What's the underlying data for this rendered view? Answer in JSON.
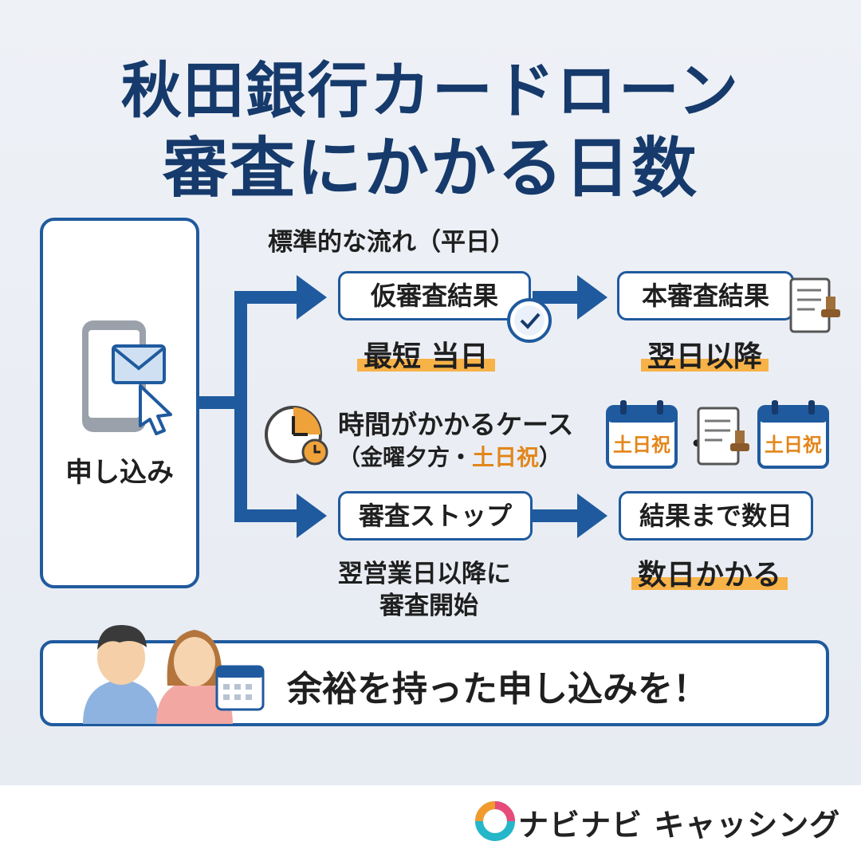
{
  "title": {
    "line1": "秋田銀行カードローン",
    "line2": "審査にかかる日数"
  },
  "flow_heading": "標準的な流れ（平日）",
  "apply": {
    "label": "申し込み"
  },
  "branch_top": {
    "step1": "仮審査結果",
    "step1_time": "最短 当日",
    "step2": "本審査結果",
    "step2_time": "翌日以降"
  },
  "branch_middle": {
    "title": "時間がかかるケース",
    "note_prefix": "（金曜夕方・",
    "note_highlight": "土日祝",
    "note_suffix": "）",
    "calendar_label": "土日祝",
    "separator": "・"
  },
  "branch_bottom": {
    "step1": "審査ストップ",
    "step1_note_line1": "翌営業日以降に",
    "step1_note_line2": "審査開始",
    "step2": "結果まで数日",
    "step2_time": "数日かかる"
  },
  "message": "余裕を持った申し込みを！",
  "brand": {
    "name": "ナビナビ キャッシング"
  },
  "colors": {
    "primary": "#1f5a9e",
    "title": "#163a6b",
    "accent": "#f7b248",
    "accent_text": "#e3861b"
  },
  "icons": [
    "smartphone-icon",
    "mail-icon",
    "cursor-icon",
    "clock-icon",
    "document-stamp-icon",
    "stopwatch-icon",
    "calendar-icon",
    "people-icon",
    "brand-logo-icon"
  ]
}
